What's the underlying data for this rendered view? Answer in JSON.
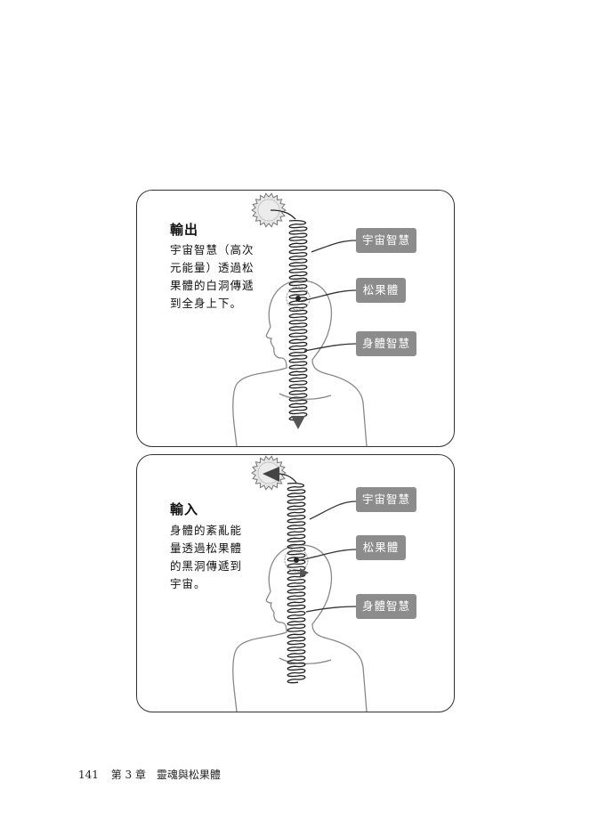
{
  "panels": [
    {
      "title": "輸出",
      "desc": [
        "宇宙智慧（高次",
        "元能量）透過松",
        "果體的白洞傳遞",
        "到全身上下。"
      ],
      "labels": [
        "宇宙智慧",
        "松果體",
        "身體智慧"
      ]
    },
    {
      "title": "輸入",
      "desc": [
        "身體的紊亂能",
        "量透過松果體",
        "的黑洞傳遞到",
        "宇宙。"
      ],
      "labels": [
        "宇宙智慧",
        "松果體",
        "身體智慧"
      ]
    }
  ],
  "footer": {
    "page_number": "141",
    "chapter": "第 3 章",
    "chapter_title": "靈魂與松果體"
  },
  "colors": {
    "label_bg": "#8c8c8c",
    "border": "#333333",
    "sun_fill": "#e6e6e6"
  }
}
